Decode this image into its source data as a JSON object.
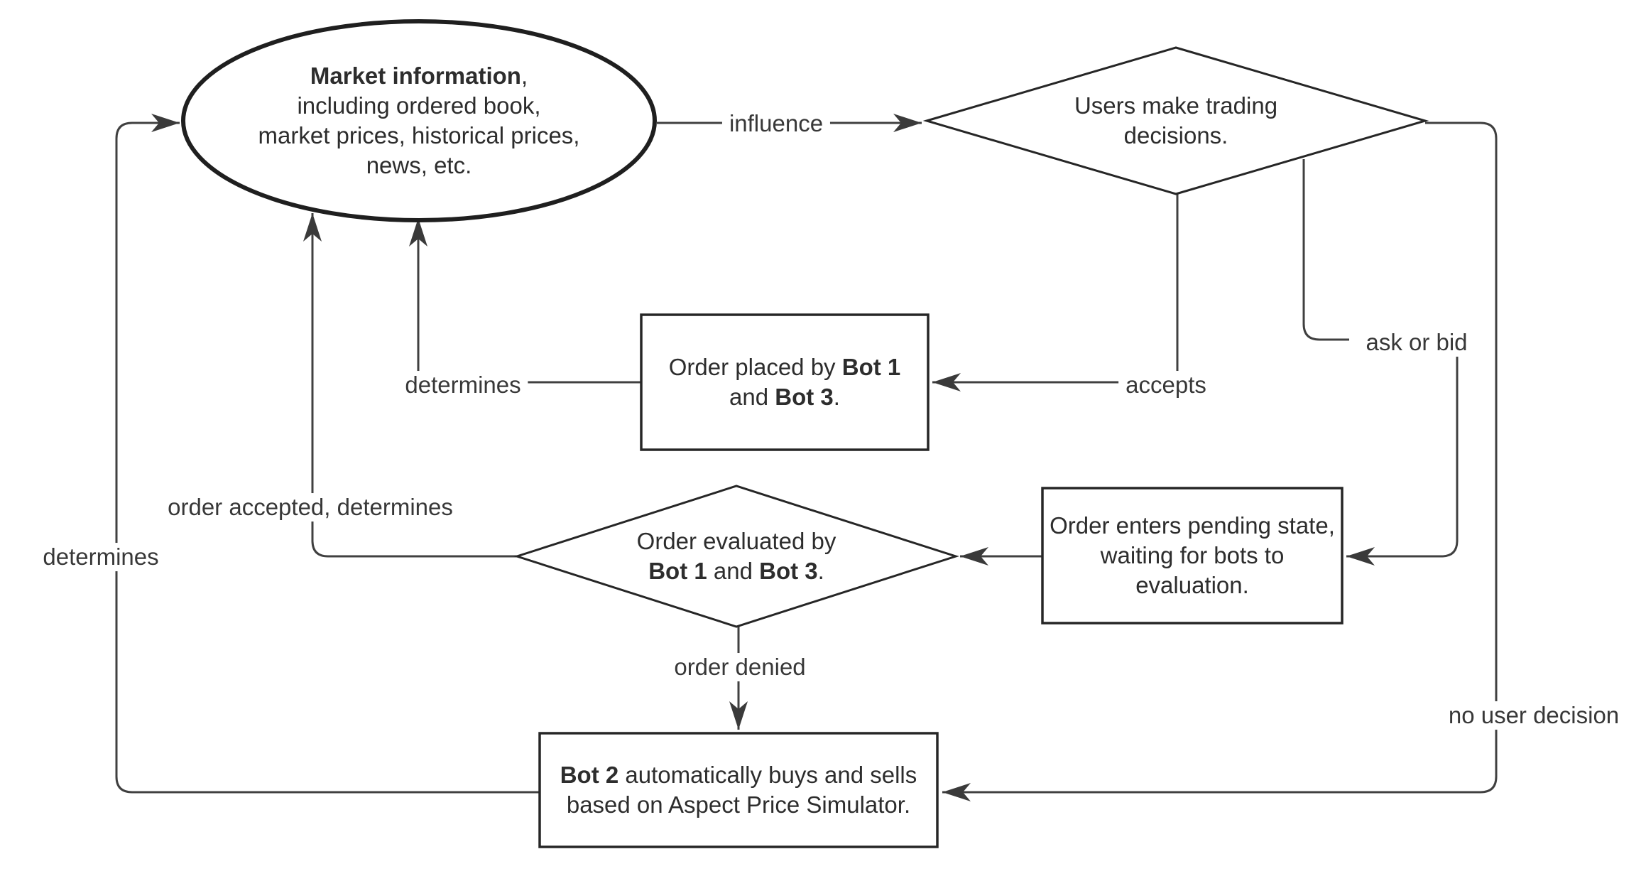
{
  "canvas": {
    "background": "#ffffff",
    "edge_color": "#404040",
    "shape_border_color": "#262626",
    "text_color": "#2d2d2d"
  },
  "diagram": {
    "type": "flowchart",
    "nodes": {
      "market_info": {
        "shape": "ellipse",
        "lines": [
          "**Market information**,",
          "including ordered book,",
          "market prices, historical prices,",
          "news, etc."
        ]
      },
      "user_decisions": {
        "shape": "diamond",
        "lines": [
          "Users make trading",
          "decisions."
        ]
      },
      "order_placed": {
        "shape": "rectangle",
        "lines": [
          "Order placed by **Bot 1**",
          "and **Bot 3**."
        ]
      },
      "order_evaluated": {
        "shape": "diamond",
        "lines": [
          "Order evaluated by",
          "**Bot 1** and **Bot 3**."
        ]
      },
      "pending_state": {
        "shape": "rectangle",
        "lines": [
          "Order enters pending state,",
          "waiting for bots to evaluation."
        ]
      },
      "bot2_trading": {
        "shape": "rectangle",
        "lines": [
          "**Bot 2** automatically buys and sells",
          "based on Aspect Price Simulator."
        ]
      }
    },
    "edges": {
      "influence": {
        "label": "influence",
        "from": "market_info",
        "to": "user_decisions"
      },
      "accepts": {
        "label": "accepts",
        "from": "user_decisions",
        "to": "order_placed"
      },
      "determines_order": {
        "label": "determines",
        "from": "order_placed",
        "to": "market_info"
      },
      "ask_or_bid": {
        "label": "ask or bid",
        "from": "user_decisions",
        "to": "pending_state"
      },
      "pending_to_eval": {
        "label": "",
        "from": "pending_state",
        "to": "order_evaluated"
      },
      "order_accepted": {
        "label": "order accepted, determines",
        "from": "order_evaluated",
        "to": "market_info"
      },
      "order_denied": {
        "label": "order denied",
        "from": "order_evaluated",
        "to": "bot2_trading"
      },
      "determines_bot2": {
        "label": "determines",
        "from": "bot2_trading",
        "to": "market_info"
      },
      "no_user_decision": {
        "label": "no user decision",
        "from": "user_decisions",
        "to": "bot2_trading"
      }
    }
  }
}
